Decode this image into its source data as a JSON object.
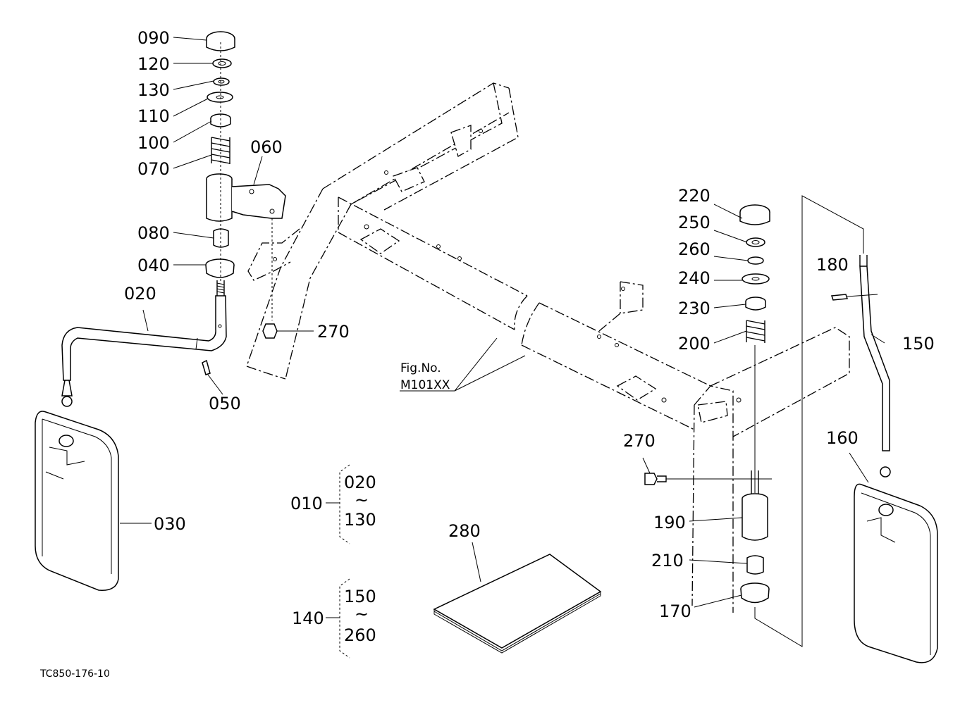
{
  "drawing_id": "TC850-176-10",
  "figure_reference": {
    "line1": "Fig.No.",
    "line2": "M101XX"
  },
  "callouts": {
    "c090": "090",
    "c120": "120",
    "c130": "130",
    "c110": "110",
    "c100": "100",
    "c070": "070",
    "c060": "060",
    "c080": "080",
    "c040": "040",
    "c020": "020",
    "c270a": "270",
    "c050": "050",
    "c030": "030",
    "c220": "220",
    "c250": "250",
    "c260": "260",
    "c240": "240",
    "c230": "230",
    "c200": "200",
    "c180": "180",
    "c150": "150",
    "c270b": "270",
    "c160": "160",
    "c190": "190",
    "c210": "210",
    "c170": "170",
    "c280": "280"
  },
  "assemblies": [
    {
      "label": "010",
      "from": "020",
      "tilde": "~",
      "to": "130"
    },
    {
      "label": "140",
      "from": "150",
      "tilde": "~",
      "to": "260"
    }
  ]
}
